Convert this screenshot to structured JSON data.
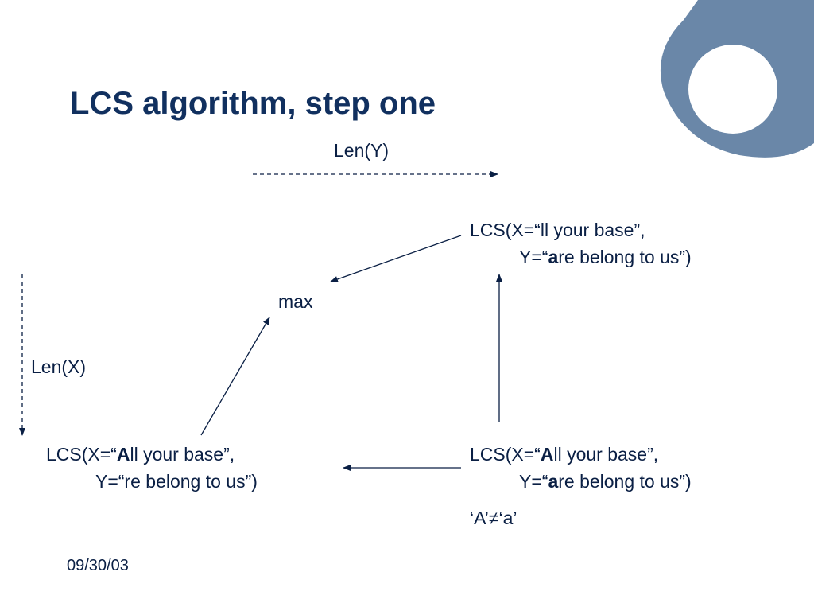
{
  "title": "LCS algorithm, step one",
  "labels": {
    "len_y": "Len(Y)",
    "len_x": "Len(X)",
    "max": "max",
    "neq": "‘A’≠‘a’"
  },
  "nodes": {
    "top_right": {
      "line1": "LCS(X=“ll your base”,",
      "line2_prefix": "Y=“",
      "line2_bold": "a",
      "line2_rest": "re belong to us”)"
    },
    "bottom_left": {
      "line1_prefix": "LCS(X=“",
      "line1_bold": "A",
      "line1_rest": "ll your base”,",
      "line2": "Y=“re belong to us”)"
    },
    "bottom_right": {
      "line1_prefix": "LCS(X=“",
      "line1_bold": "A",
      "line1_rest": "ll your base”,",
      "line2_prefix": "Y=“",
      "line2_bold": "a",
      "line2_rest": "re belong to us”)"
    }
  },
  "date": "09/30/03",
  "colors": {
    "title": "#11305f",
    "text": "#0a1f44",
    "logo": "#6a87a8"
  }
}
